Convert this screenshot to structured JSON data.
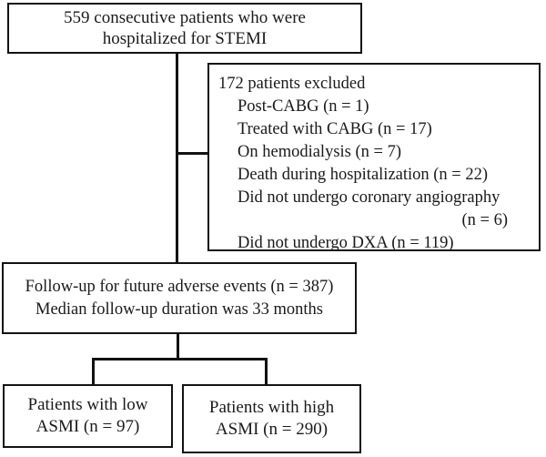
{
  "flowchart": {
    "enrollment": {
      "line1": "559 consecutive patients who were",
      "line2": "hospitalized for STEMI"
    },
    "excluded": {
      "title": "172 patients excluded",
      "items": [
        "Post-CABG (n = 1)",
        "Treated with CABG (n = 17)",
        "On hemodialysis (n = 7)",
        "Death during hospitalization (n = 22)",
        "Did not undergo coronary angiography",
        "(n = 6)",
        "Did not undergo DXA (n = 119)"
      ]
    },
    "followup": {
      "line1": "Follow-up for future adverse events (n = 387)",
      "line2": "Median follow-up duration was 33 months"
    },
    "low_asmi": {
      "line1": "Patients with low",
      "line2": "ASMI (n = 97)"
    },
    "high_asmi": {
      "line1": "Patients with high",
      "line2": "ASMI (n = 290)"
    },
    "colors": {
      "line": "#121212",
      "text": "#1a1a1a",
      "background": "#ffffff"
    }
  }
}
